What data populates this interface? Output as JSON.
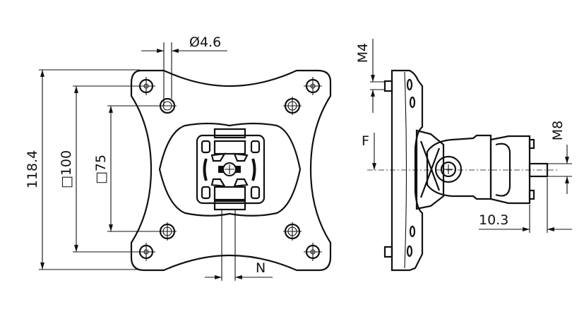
{
  "drawing": {
    "front_view": {
      "hole_diameter": "Ø4.6",
      "overall_height": "118.4",
      "outer_pattern": "□100",
      "inner_pattern": "□75",
      "slot_width": "N"
    },
    "side_view": {
      "screw_thread": "M4",
      "force_label": "F",
      "stud_thread": "M8",
      "stud_length": "10.3"
    },
    "colors": {
      "line": "#111111",
      "background": "#ffffff"
    }
  }
}
